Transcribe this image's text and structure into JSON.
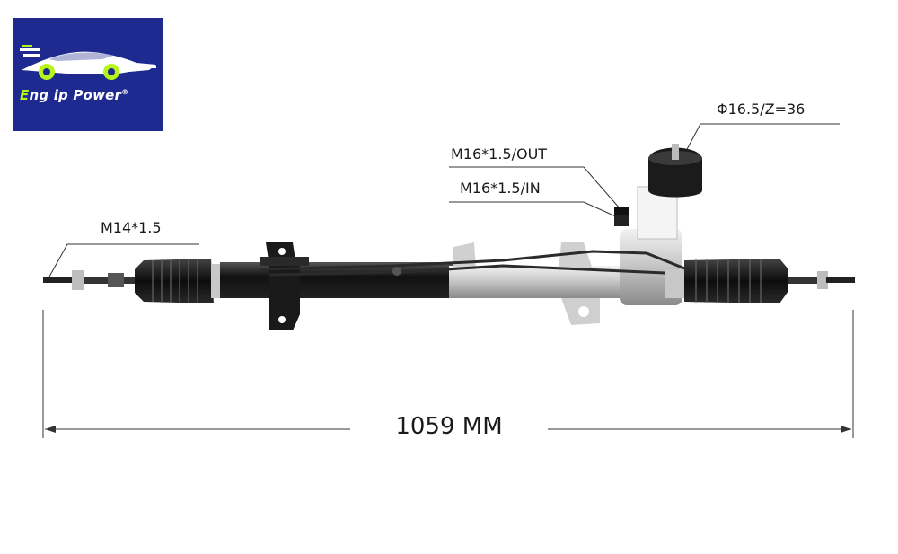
{
  "logo": {
    "brand_initial": "E",
    "brand_rest": "ng ip Power",
    "registered": "®",
    "colors": {
      "background": "#1e2a8f",
      "accent": "#b6f51a",
      "car": "#ffffff"
    }
  },
  "labels": {
    "pinion": "Φ16.5/Z=36",
    "port_out": "M16*1.5/OUT",
    "port_in": "M16*1.5/IN",
    "tie_rod_thread": "M14*1.5"
  },
  "dimension": {
    "overall_length": "1059 MM"
  },
  "product": {
    "icon": "steering-rack-illustration"
  }
}
